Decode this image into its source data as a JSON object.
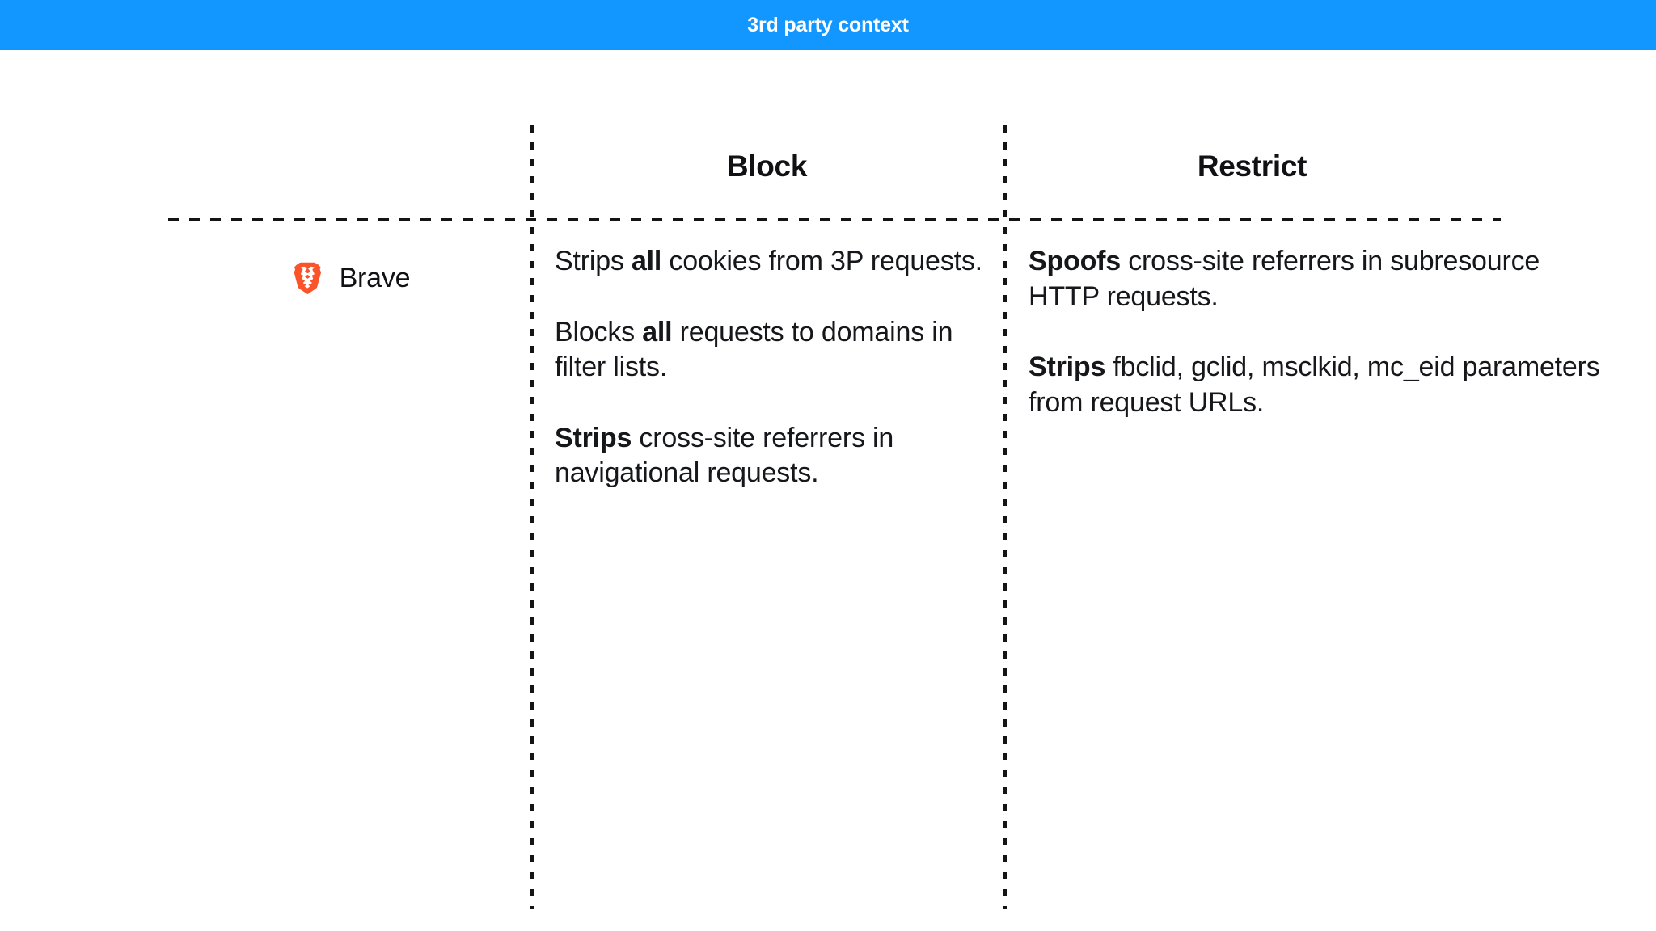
{
  "banner": {
    "title": "3rd party context",
    "background_color": "#1296ff",
    "text_color": "#ffffff"
  },
  "table": {
    "columns": [
      {
        "key": "block",
        "label": "Block"
      },
      {
        "key": "restrict",
        "label": "Restrict"
      }
    ],
    "rows": [
      {
        "label": "Brave",
        "icon": "brave-lion-icon",
        "icon_color": "#fb542b",
        "cells": {
          "block": [
            {
              "lead": "",
              "lead_position": "inline",
              "parts": [
                {
                  "text": "Strips ",
                  "bold": false
                },
                {
                  "text": "all",
                  "bold": true
                },
                {
                  "text": " cookies from 3P requests.",
                  "bold": false
                }
              ]
            },
            {
              "parts": [
                {
                  "text": "Blocks ",
                  "bold": false
                },
                {
                  "text": "all",
                  "bold": true
                },
                {
                  "text": " requests to domains in filter lists.",
                  "bold": false
                }
              ]
            },
            {
              "parts": [
                {
                  "text": "Strips",
                  "bold": true
                },
                {
                  "text": " cross-site referrers in navigational requests.",
                  "bold": false
                }
              ]
            }
          ],
          "restrict": [
            {
              "parts": [
                {
                  "text": "Spoofs",
                  "bold": true
                },
                {
                  "text": " cross-site referrers in subresource HTTP requests.",
                  "bold": false
                }
              ]
            },
            {
              "parts": [
                {
                  "text": "Strips",
                  "bold": true
                },
                {
                  "text": " fbclid, gclid, msclkid, mc_eid parameters from request URLs.",
                  "bold": false
                }
              ]
            }
          ]
        }
      }
    ]
  }
}
